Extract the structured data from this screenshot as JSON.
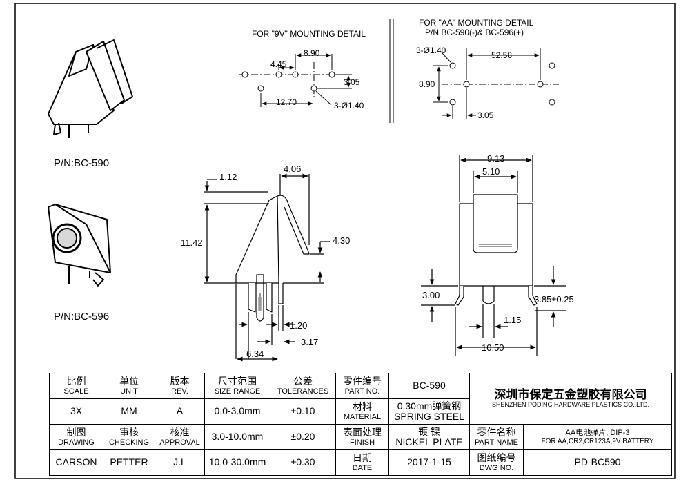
{
  "views": {
    "mount_9v": {
      "title": "FOR \"9V\" MOUNTING DETAIL",
      "dims": {
        "a": "8.90",
        "b": "4.45",
        "c": "3.05",
        "d": "12.70",
        "holes": "3-Ø1.40"
      }
    },
    "mount_aa": {
      "title_line1": "FOR \"AA\" MOUNTING DETAIL",
      "title_line2": "P/N BC-590(-)& BC-596(+)",
      "dims": {
        "holes": "3-Ø1.40",
        "a": "52.58",
        "b": "8.90",
        "c": "3.05"
      }
    },
    "side": {
      "dims": {
        "a": "1.12",
        "b": "4.06",
        "c": "11.42",
        "d": "4.30",
        "e": "1.20",
        "f": "3.17",
        "g": "6.34"
      }
    },
    "front": {
      "dims": {
        "a": "9.13",
        "b": "5.10",
        "c": "3.00",
        "d": "3.85±0.25",
        "e": "1.15",
        "f": "10.50"
      }
    },
    "parts": {
      "pn1": "P/N:BC-590",
      "pn2": "P/N:BC-596"
    }
  },
  "title_block": {
    "r1": {
      "scale_cn": "比例",
      "scale_en": "SCALE",
      "unit_cn": "单位",
      "unit_en": "UNIT",
      "rev_cn": "版本",
      "rev_en": "REV.",
      "size_cn": "尺寸范围",
      "size_en": "SIZE RANGE",
      "tol_cn": "公差",
      "tol_en": "TOLERANCES",
      "partno_cn": "零件编号",
      "partno_en": "PART NO.",
      "partno_val": "BC-590"
    },
    "r2": {
      "scale_val": "3X",
      "unit_val": "MM",
      "rev_val": "A",
      "size_val": "0.0-3.0mm",
      "tol_val": "±0.10",
      "material_cn": "材料",
      "material_en": "MATERIAL",
      "material_val1": "0.30mm弹簧钢",
      "material_val2": "SPRING STEEL"
    },
    "r3": {
      "drawing_cn": "制图",
      "drawing_en": "DRAWING",
      "checking_cn": "审核",
      "checking_en": "CHECKING",
      "approval_cn": "核准",
      "approval_en": "APPROVAL",
      "size_val": "3.0-10.0mm",
      "tol_val": "±0.20",
      "finish_cn": "表面处理",
      "finish_en": "FINISH",
      "finish_val1": "镀 镍",
      "finish_val2": "NICKEL PLATE",
      "partname_cn": "零件名称",
      "partname_en": "PART NAME",
      "partname_val1": "AA电池弹片, DIP-3",
      "partname_val2": "FOR AA,CR2,CR123A,9V BATTERY"
    },
    "r4": {
      "drawing_val": "CARSON",
      "checking_val": "PETTER",
      "approval_val": "J.L",
      "size_val": "10.0-30.0mm",
      "tol_val": "±0.30",
      "date_cn": "日期",
      "date_en": "DATE",
      "date_val": "2017-1-15",
      "dwg_cn": "图纸编号",
      "dwg_en": "DWG NO.",
      "dwg_val": "PD-BC590"
    },
    "company_cn": "深圳市保定五金塑胶有限公司",
    "company_en": "SHENZHEN PODING HARDWARE PLASTICS CO.,LTD."
  }
}
